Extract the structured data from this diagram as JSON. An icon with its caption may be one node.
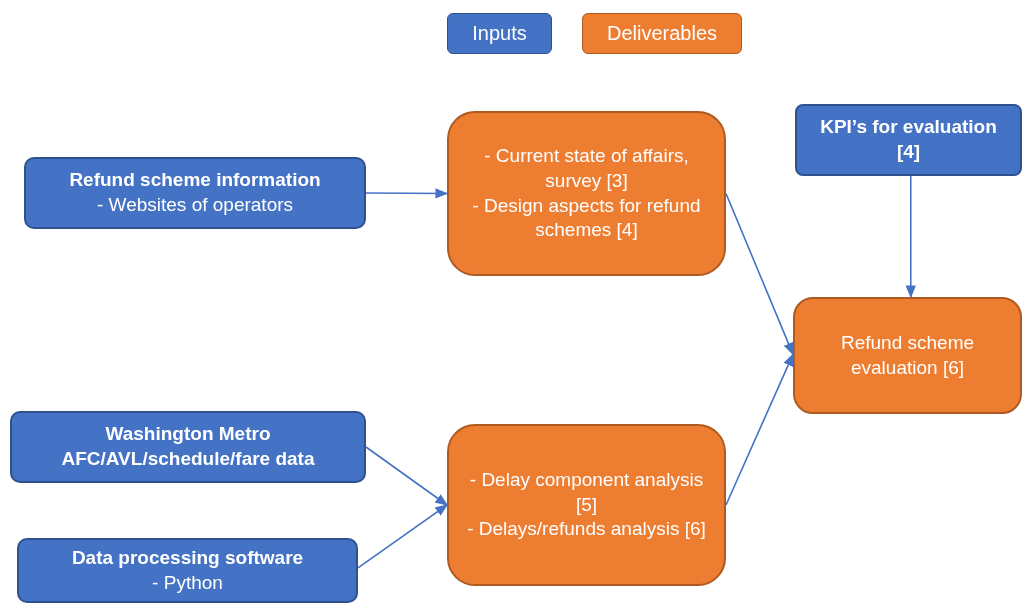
{
  "diagram": {
    "nodes": [
      {
        "text": [
          "Refund scheme information",
          "- Websites of operators"
        ]
      },
      {
        "text": [
          "- Current state of affairs, survey [3]",
          "- Design aspects for refund schemes [4]"
        ]
      },
      {
        "text": [
          "KPI’s for evaluation [4]"
        ]
      },
      {
        "text": [
          "Refund scheme evaluation [6]"
        ]
      },
      {
        "text": [
          "Washington Metro AFC/AVL/schedule/fare data"
        ]
      },
      {
        "text": [
          "Data processing software",
          "- Python"
        ]
      },
      {
        "text": [
          "- Delay component analysis [5]",
          "- Delays/refunds analysis [6]"
        ]
      }
    ],
    "edges": [
      {
        "from": 0,
        "to": 1,
        "arrow": "to"
      },
      {
        "from": 1,
        "to": 3,
        "arrow": "to"
      },
      {
        "from": 2,
        "to": 3,
        "arrow": "to"
      },
      {
        "from": 4,
        "to": 6,
        "arrow": "to"
      },
      {
        "from": 5,
        "to": 6,
        "arrow": "to"
      },
      {
        "from": 6,
        "to": 3,
        "arrow": "to"
      }
    ],
    "legend": [
      {
        "text": "Inputs",
        "color": "#4472c4"
      },
      {
        "text": "Deliverables",
        "color": "#ed7d31"
      }
    ]
  }
}
